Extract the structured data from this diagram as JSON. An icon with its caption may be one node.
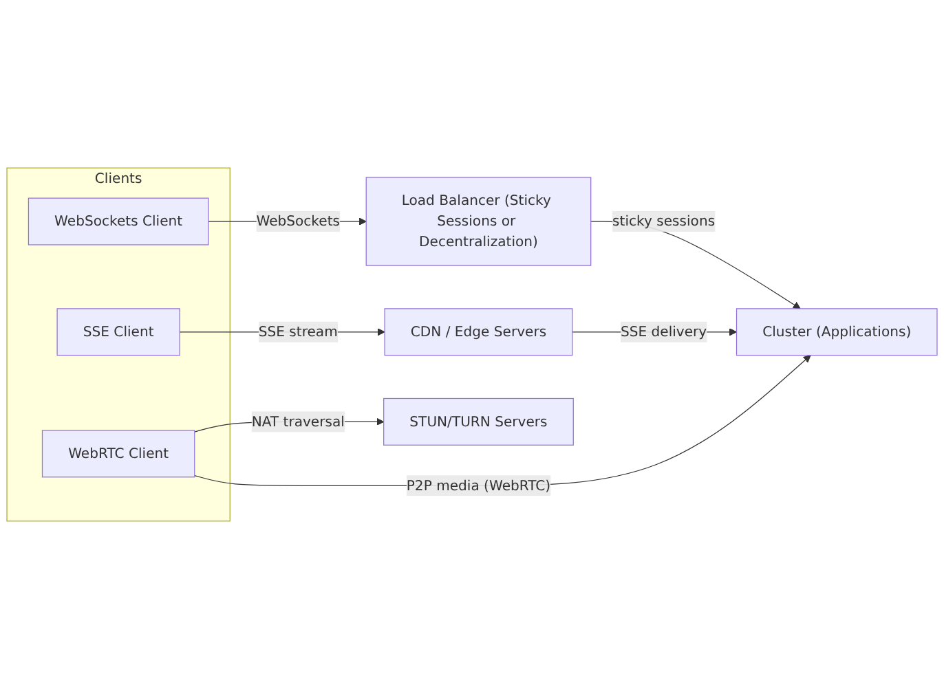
{
  "diagram": {
    "nodes": [
      {
        "text": [
          "Clients"
        ]
      },
      {
        "text": [
          "WebSockets Client"
        ],
        "in": 0
      },
      {
        "text": [
          "SSE Client"
        ],
        "in": 0
      },
      {
        "text": [
          "WebRTC Client"
        ],
        "in": 0
      },
      {
        "text": [
          "Load Balancer (Sticky Sessions or Decentralization)"
        ]
      },
      {
        "text": [
          "CDN / Edge Servers"
        ]
      },
      {
        "text": [
          "STUN/TURN Servers"
        ]
      },
      {
        "text": [
          "Cluster (Applications)"
        ]
      }
    ],
    "edges": [
      {
        "from": 1,
        "to": 4,
        "arrow": "to",
        "label": "WebSockets"
      },
      {
        "from": 4,
        "to": 7,
        "arrow": "to",
        "label": "sticky sessions"
      },
      {
        "from": 2,
        "to": 5,
        "arrow": "to",
        "label": "SSE stream"
      },
      {
        "from": 5,
        "to": 7,
        "arrow": "to",
        "label": "SSE delivery"
      },
      {
        "from": 3,
        "to": 6,
        "arrow": "to",
        "label": "NAT traversal"
      },
      {
        "from": 3,
        "to": 7,
        "arrow": "to",
        "label": "P2P media (WebRTC)"
      }
    ]
  }
}
